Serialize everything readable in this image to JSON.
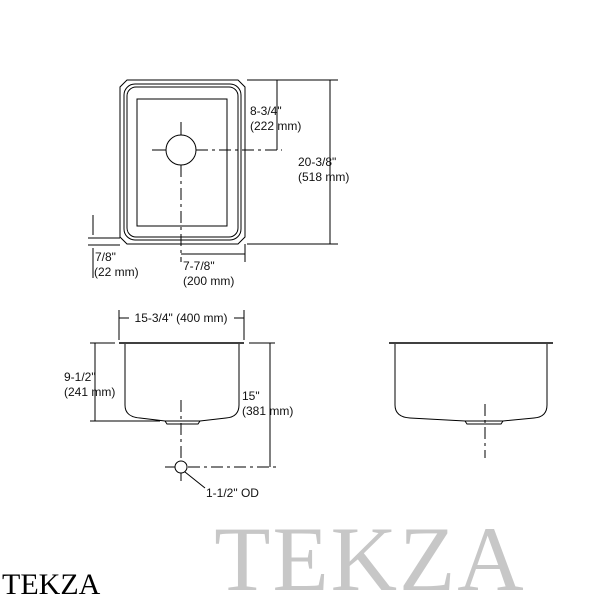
{
  "watermark": "TEKZA",
  "brand": "TEKZA",
  "top_view": {
    "drain_offset": [
      "8-3/4\"",
      "(222 mm)"
    ],
    "overall_length": [
      "20-3/8\"",
      "(518 mm)"
    ],
    "rim_width": [
      "7/8\"",
      "(22 mm)"
    ],
    "drain_to_side": [
      "7-7/8\"",
      "(200 mm)"
    ]
  },
  "front_view": {
    "overall_width": "15-3/4\" (400 mm)",
    "depth": [
      "9-1/2\"",
      "(241 mm)"
    ],
    "drain_depth": [
      "15\"",
      "(381 mm)"
    ],
    "drain_size": "1-1/2\" OD"
  }
}
